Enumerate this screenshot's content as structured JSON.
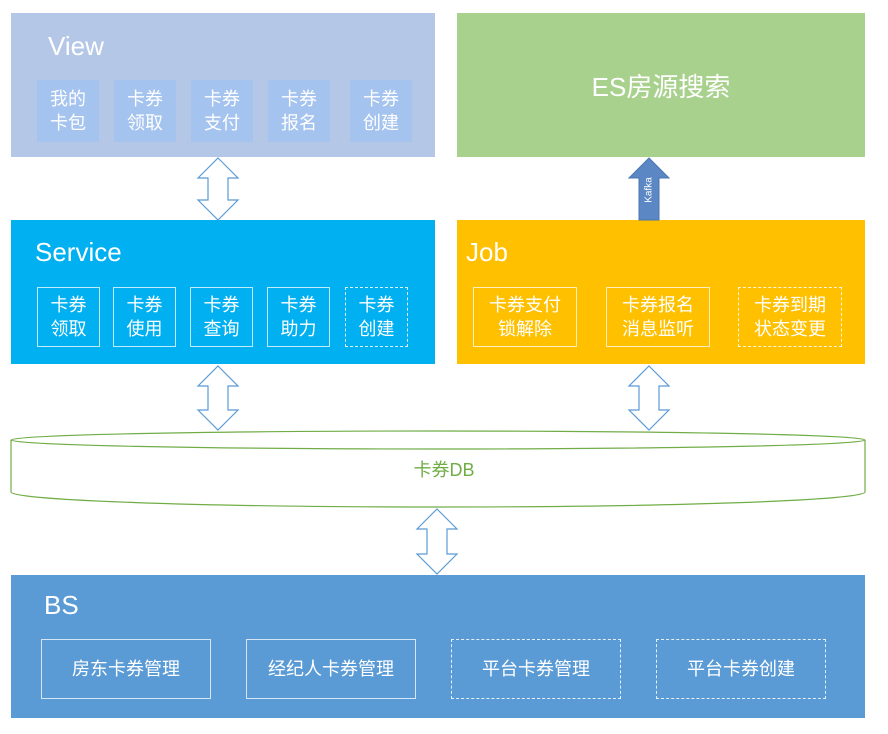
{
  "view": {
    "title": "View",
    "items": [
      "我的\n卡包",
      "卡券\n领取",
      "卡券\n支付",
      "卡券\n报名",
      "卡券\n创建"
    ]
  },
  "es": {
    "title": "ES房源搜索"
  },
  "kafka": {
    "label": "Kafka"
  },
  "service": {
    "title": "Service",
    "items": [
      "卡券\n领取",
      "卡券\n使用",
      "卡券\n查询",
      "卡券\n助力",
      "卡券\n创建"
    ]
  },
  "job": {
    "title": "Job",
    "items": [
      "卡券支付\n锁解除",
      "卡券报名\n消息监听",
      "卡券到期\n状态变更"
    ]
  },
  "db": {
    "label": "卡券DB"
  },
  "bs": {
    "title": "BS",
    "items": [
      "房东卡券管理",
      "经纪人卡券管理",
      "平台卡券管理",
      "平台卡券创建"
    ]
  },
  "colors": {
    "view": "#b4c7e7",
    "es": "#a9d18e",
    "service": "#00b0f0",
    "job": "#ffc000",
    "bs": "#5b9bd5",
    "db_outline": "#70ad47",
    "arrow_outline": "#5b9bd5",
    "kafka_arrow": "#5b88c4"
  }
}
